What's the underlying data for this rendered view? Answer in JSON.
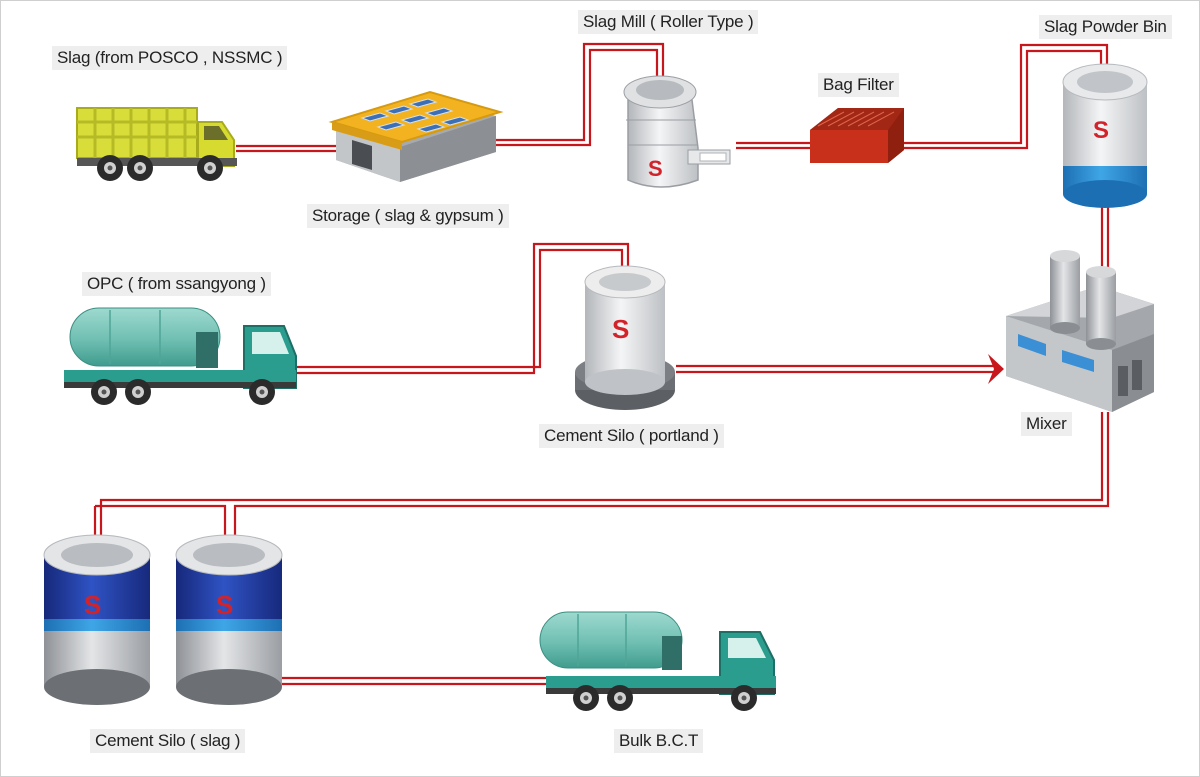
{
  "labels": {
    "slag_source": "Slag (from POSCO , NSSMC )",
    "storage": "Storage ( slag & gypsum )",
    "slag_mill": "Slag Mill ( Roller Type )",
    "bag_filter": "Bag Filter",
    "slag_powder_bin": "Slag Powder Bin",
    "opc_source": "OPC ( from ssangyong )",
    "cement_silo_portland": "Cement Silo ( portland )",
    "mixer": "Mixer",
    "cement_silo_slag": "Cement Silo ( slag )",
    "bulk_bct": "Bulk B.C.T"
  },
  "logo_text": "S",
  "colors": {
    "flow_line": "#c8161d",
    "truck_yellow": "#d9dd3a",
    "truck_teal": "#2a9d8f",
    "tank_mint": "#7ec9bd",
    "warehouse_roof": "#f3b321",
    "bag_filter": "#c9301c",
    "silo_blue": "#1f3c9c",
    "silo_gray": "#b9bcc0",
    "logo_red": "#d2232a"
  }
}
